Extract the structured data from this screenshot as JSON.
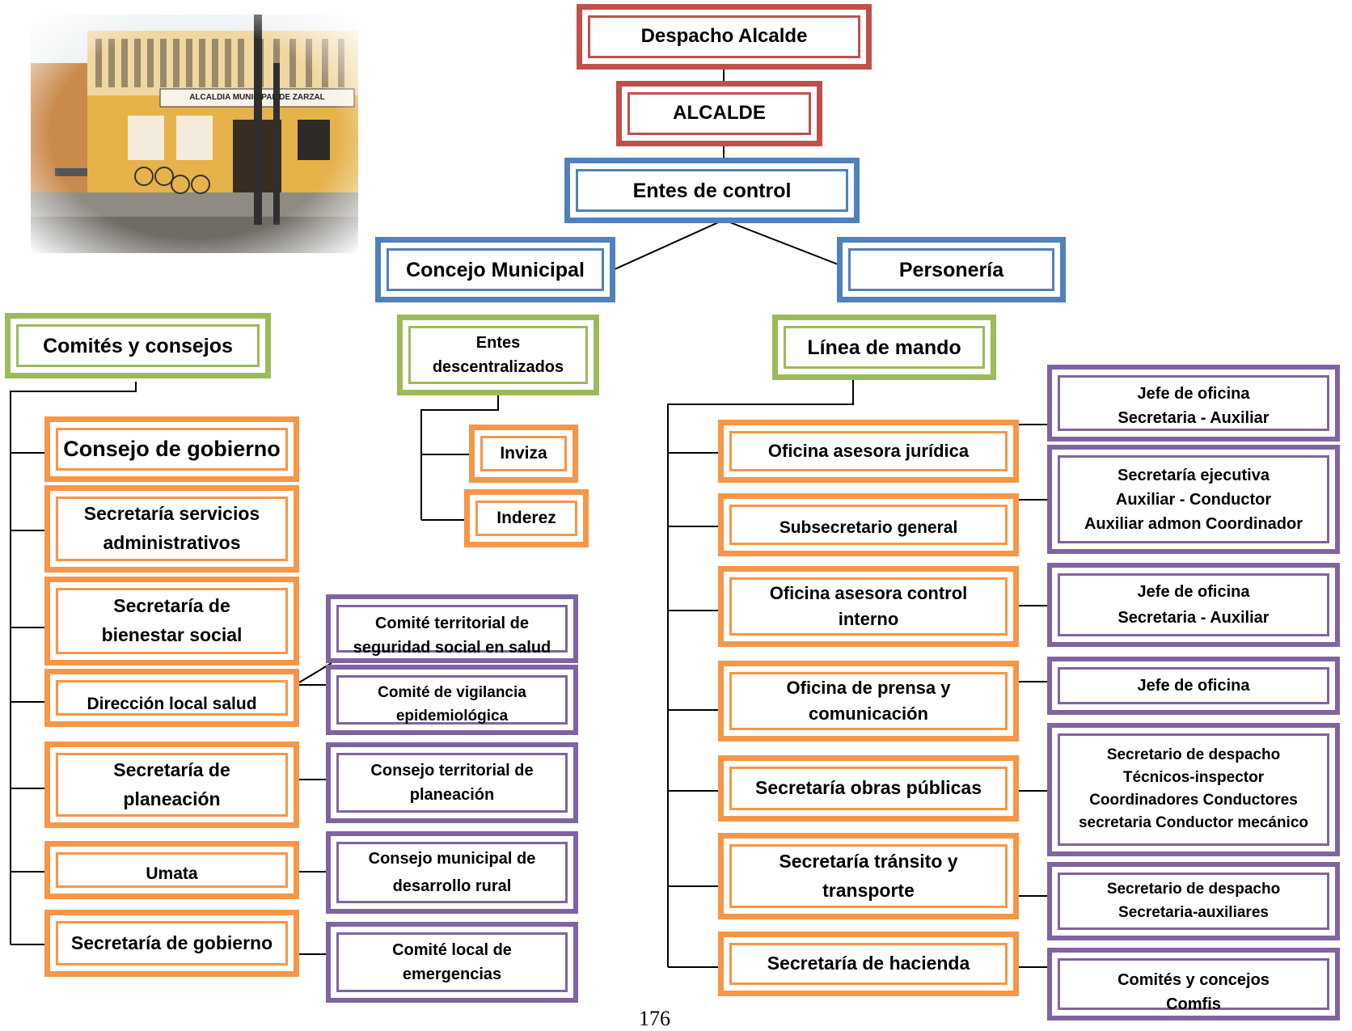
{
  "photo": {
    "sign_text": "ALCALDIA MUNICIPAL DE ZARZAL"
  },
  "top": {
    "despacho": "Despacho Alcalde",
    "alcalde": "ALCALDE",
    "entes_control": "Entes de control",
    "concejo": "Concejo Municipal",
    "personeria": "Personería"
  },
  "left": {
    "header": "Comités y consejos",
    "items": [
      {
        "lines": [
          "Consejo de gobierno"
        ]
      },
      {
        "lines": [
          "Secretaría servicios",
          "administrativos"
        ]
      },
      {
        "lines": [
          "Secretaría de",
          "bienestar social"
        ]
      },
      {
        "lines": [
          "Dirección local salud"
        ]
      },
      {
        "lines": [
          "Secretaría de",
          "planeación"
        ]
      },
      {
        "lines": [
          "Umata"
        ]
      },
      {
        "lines": [
          "Secretaría de gobierno"
        ]
      }
    ],
    "committees": [
      {
        "lines": [
          "Comité territorial de",
          "seguridad social en salud"
        ]
      },
      {
        "lines": [
          "Comité de vigilancia",
          "epidemiológica"
        ]
      },
      {
        "lines": [
          "Consejo territorial de",
          "planeación"
        ]
      },
      {
        "lines": [
          "Consejo municipal de",
          "desarrollo rural"
        ]
      },
      {
        "lines": [
          "Comité local de",
          "emergencias"
        ]
      }
    ]
  },
  "middle": {
    "header": [
      "Entes",
      "descentralizados"
    ],
    "items": [
      "Inviza",
      "Inderez"
    ]
  },
  "right": {
    "header": "Línea de mando",
    "items": [
      {
        "lines": [
          "Oficina asesora jurídica"
        ]
      },
      {
        "lines": [
          "Subsecretario general"
        ]
      },
      {
        "lines": [
          "Oficina asesora control",
          "interno"
        ]
      },
      {
        "lines": [
          "Oficina de prensa y",
          "comunicación"
        ]
      },
      {
        "lines": [
          "Secretaría obras públicas"
        ]
      },
      {
        "lines": [
          "Secretaría tránsito y",
          "transporte"
        ]
      },
      {
        "lines": [
          "Secretaría de hacienda"
        ]
      }
    ],
    "staff": [
      {
        "lines": [
          "Jefe de oficina",
          "Secretaria - Auxiliar"
        ]
      },
      {
        "lines": [
          "Secretaría ejecutiva",
          "Auxiliar - Conductor",
          "Auxiliar admon  Coordinador"
        ]
      },
      {
        "lines": [
          "Jefe de oficina",
          "Secretaria - Auxiliar"
        ]
      },
      {
        "lines": [
          "Jefe de oficina"
        ]
      },
      {
        "lines": [
          "Secretario de despacho",
          "Técnicos-inspector",
          "Coordinadores  Conductores",
          "secretaria Conductor mecánico"
        ]
      },
      {
        "lines": [
          "Secretario de despacho",
          "Secretaria-auxiliares"
        ]
      },
      {
        "lines": [
          "Comités y concejos",
          "Comfis"
        ]
      }
    ]
  },
  "page_number": "176"
}
